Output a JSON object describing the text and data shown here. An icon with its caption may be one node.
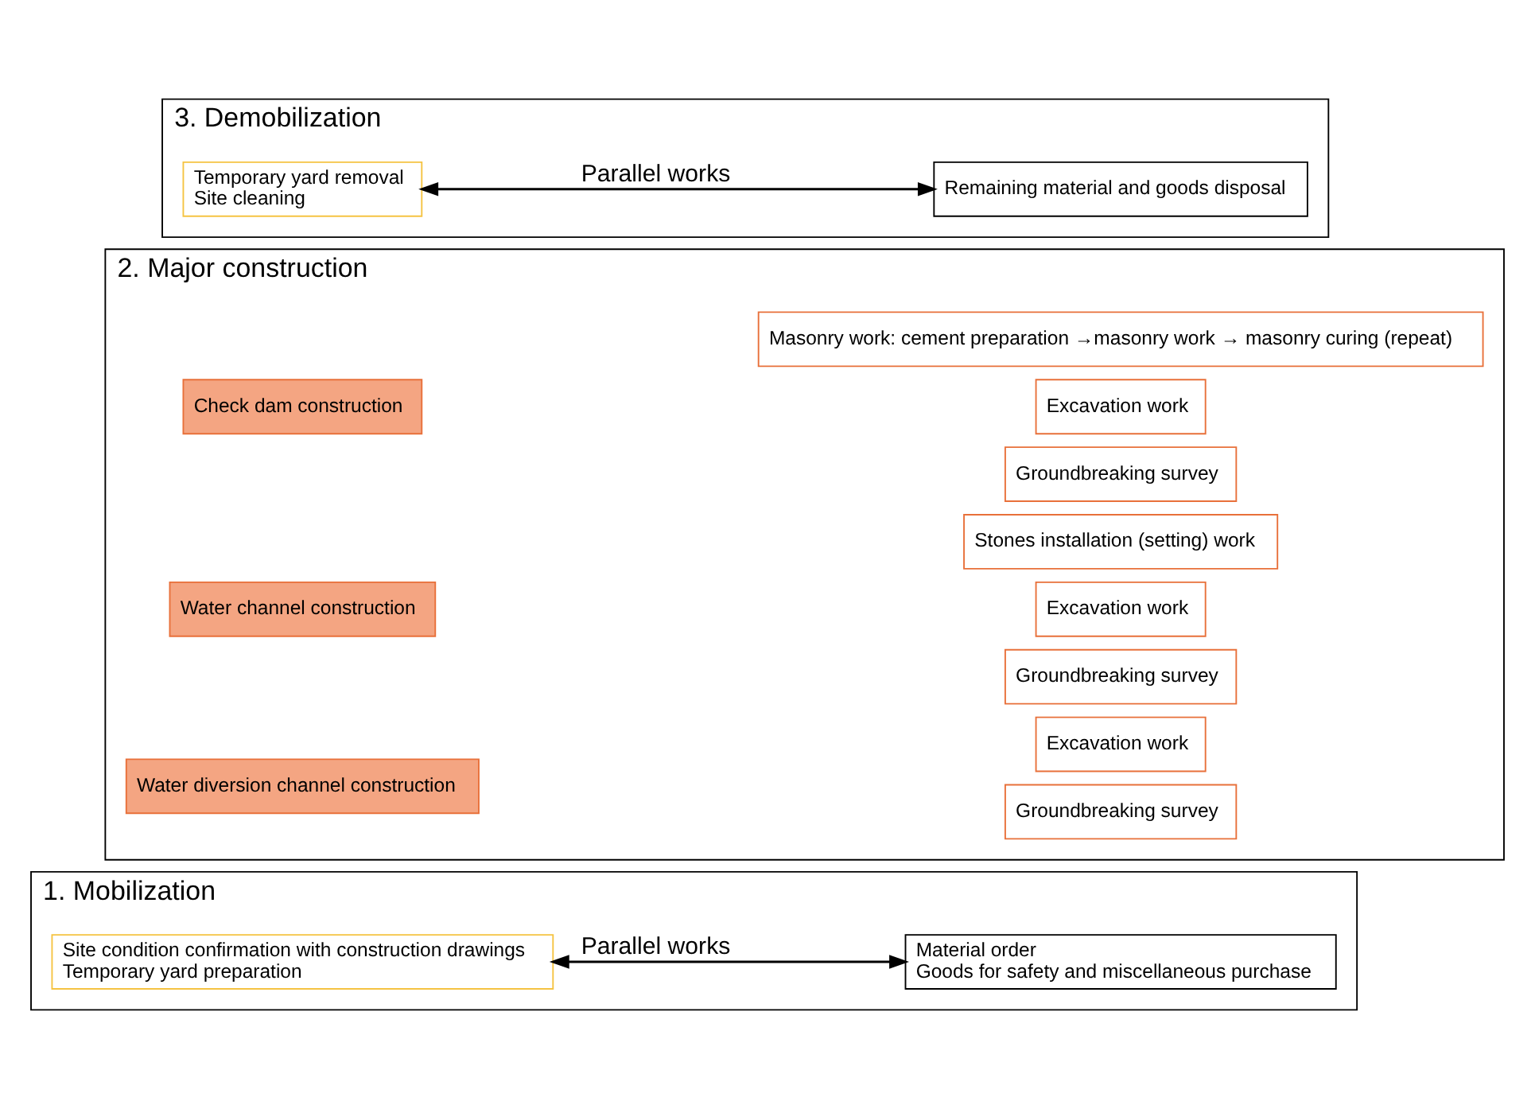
{
  "diagram": {
    "nodes": [
      {
        "text": [
          "1. Mobilization"
        ]
      },
      {
        "text": [
          "Site condition confirmation with construction drawings",
          "Temporary yard preparation"
        ],
        "in": 0
      },
      {
        "text": [
          "Material order",
          "Goods for safety and miscellaneous purchase"
        ],
        "in": 0
      },
      {
        "text": [
          "2. Major construction"
        ]
      },
      {
        "text": [
          "Check dam construction"
        ],
        "in": 3
      },
      {
        "text": [
          "Groundbreaking survey"
        ],
        "in": 3
      },
      {
        "text": [
          "Excavation work"
        ],
        "in": 3
      },
      {
        "text": [
          "Masonry work: cement preparation →masonry work → masonry curing (repeat)"
        ],
        "in": 3
      },
      {
        "text": [
          "Water channel construction"
        ],
        "in": 3
      },
      {
        "text": [
          "Groundbreaking survey"
        ],
        "in": 3
      },
      {
        "text": [
          "Excavation work"
        ],
        "in": 3
      },
      {
        "text": [
          "Stones installation (setting) work"
        ],
        "in": 3
      },
      {
        "text": [
          "Water diversion channel construction"
        ],
        "in": 3
      },
      {
        "text": [
          "Groundbreaking survey"
        ],
        "in": 3
      },
      {
        "text": [
          "Excavation work"
        ],
        "in": 3
      },
      {
        "text": [
          "3. Demobilization"
        ]
      },
      {
        "text": [
          "Temporary yard removal",
          "Site cleaning"
        ],
        "in": 15
      },
      {
        "text": [
          "Remaining material and goods disposal"
        ],
        "in": 15
      }
    ],
    "edges": [
      {
        "from": 1,
        "to": 2,
        "arrow": "both",
        "label": "Parallel works"
      },
      {
        "from": 16,
        "to": 17,
        "arrow": "both",
        "label": "Parallel works"
      }
    ]
  }
}
